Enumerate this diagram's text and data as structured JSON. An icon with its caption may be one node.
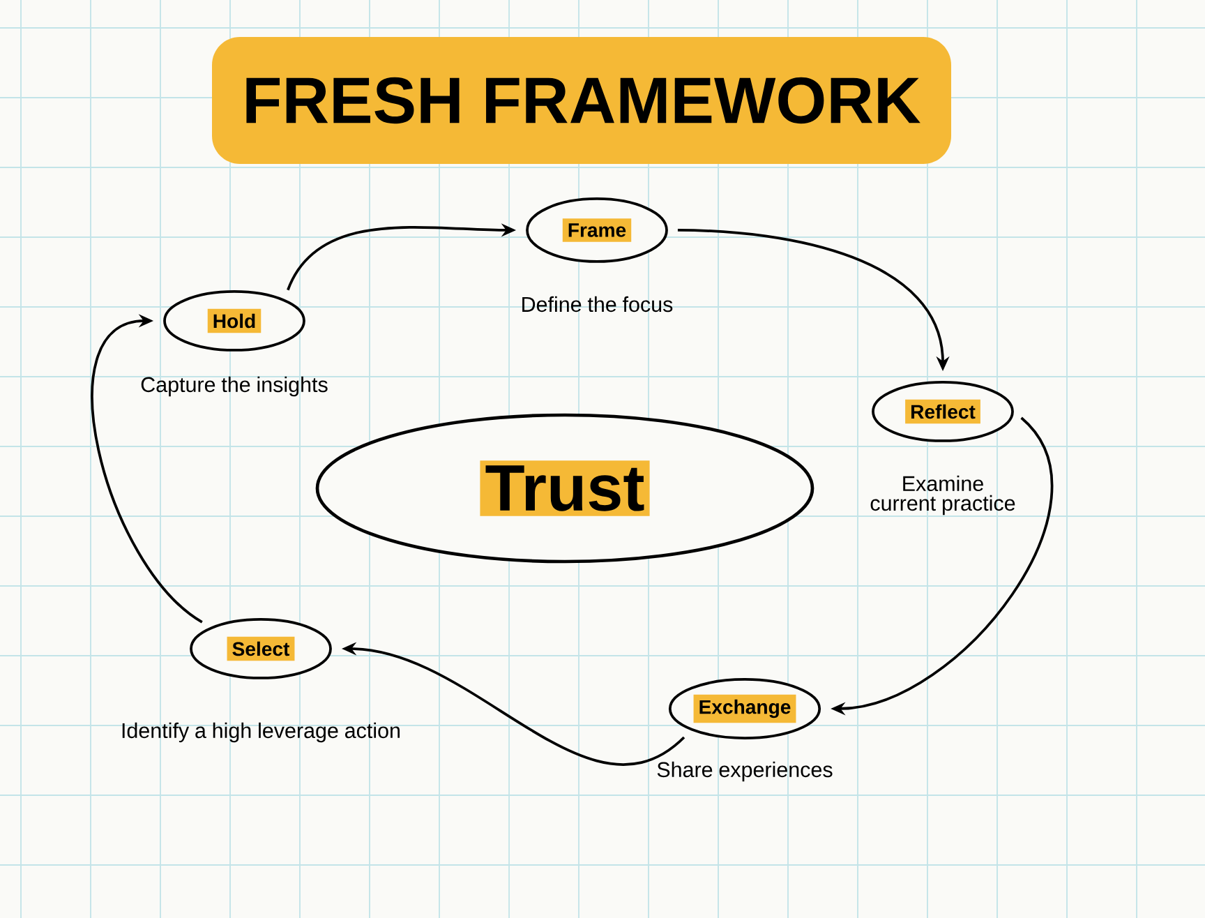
{
  "diagram": {
    "title": "FRESH FRAMEWORK",
    "nodes": [
      {
        "text": [
          "Frame"
        ],
        "beside": [
          "Define the focus"
        ]
      },
      {
        "text": [
          "Reflect"
        ],
        "beside": [
          "Examine current practice"
        ]
      },
      {
        "text": [
          "Exchange"
        ],
        "beside": [
          "Share experiences"
        ]
      },
      {
        "text": [
          "Select"
        ],
        "beside": [
          "Identify a high leverage action"
        ]
      },
      {
        "text": [
          "Hold"
        ],
        "beside": [
          "Capture the insights"
        ]
      },
      {
        "text": [
          "Trust"
        ]
      }
    ],
    "edges": [
      {
        "from": 4,
        "to": 0,
        "arrow": "to"
      },
      {
        "from": 0,
        "to": 1,
        "arrow": "to"
      },
      {
        "from": 1,
        "to": 2,
        "arrow": "to"
      },
      {
        "from": 2,
        "to": 3,
        "arrow": "to"
      },
      {
        "from": 3,
        "to": 4,
        "arrow": "to"
      }
    ]
  }
}
